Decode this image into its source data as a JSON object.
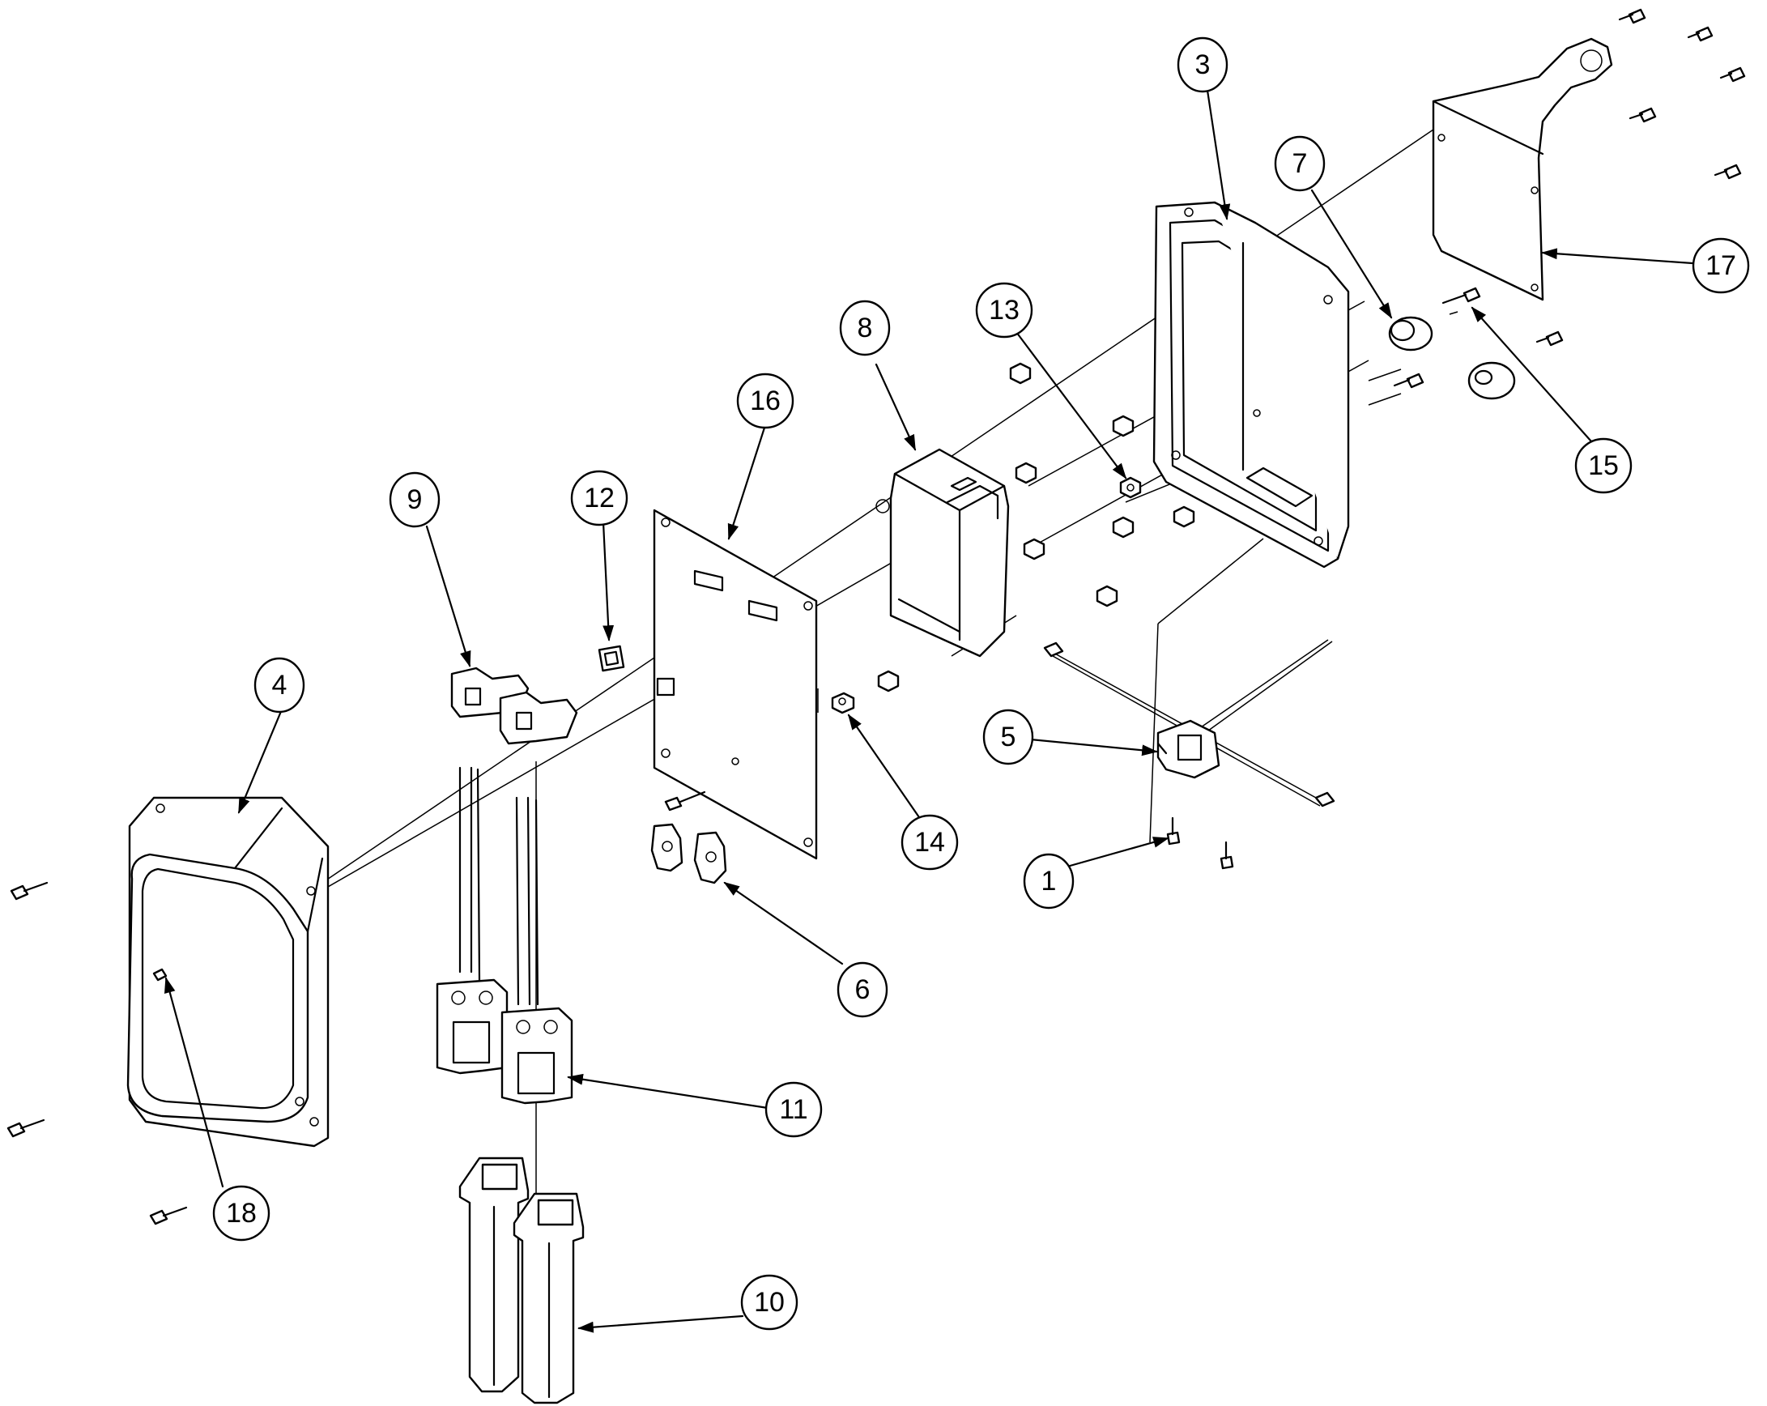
{
  "balloons": {
    "b1": "1",
    "b3": "3",
    "b4": "4",
    "b5": "5",
    "b6": "6",
    "b7": "7",
    "b8": "8",
    "b9": "9",
    "b10": "10",
    "b11": "11",
    "b12": "12",
    "b13": "13",
    "b14": "14",
    "b15": "15",
    "b16": "16",
    "b17": "17",
    "b18": "18"
  }
}
